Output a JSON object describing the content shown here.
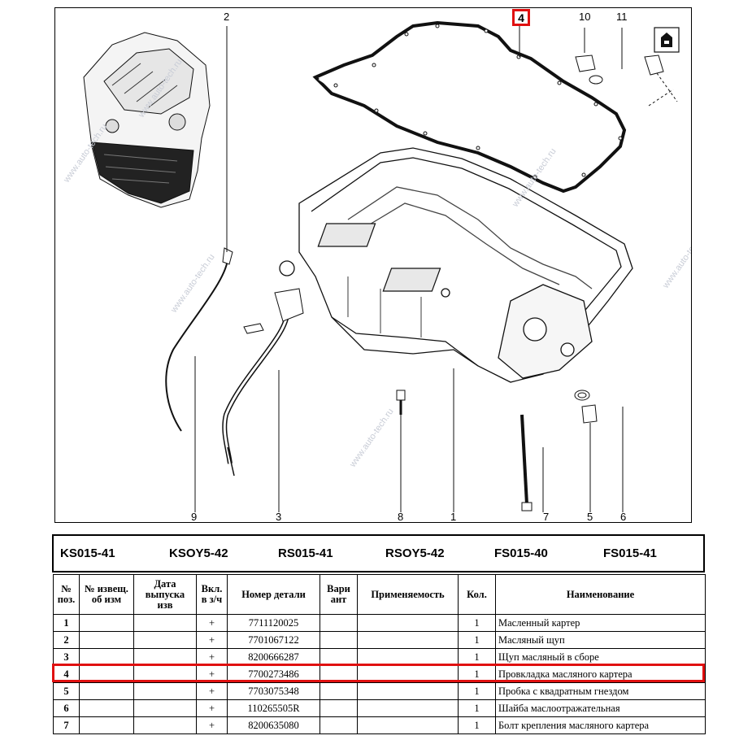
{
  "watermark": "www.auto-tech.ru",
  "callouts": {
    "c1": "1",
    "c2": "2",
    "c3": "3",
    "c4": "4",
    "c5": "5",
    "c6": "6",
    "c7": "7",
    "c8": "8",
    "c9": "9",
    "c10": "10",
    "c11": "11"
  },
  "models": [
    "KS015-41",
    "KSOY5-42",
    "RS015-41",
    "RSOY5-42",
    "FS015-40",
    "FS015-41"
  ],
  "table": {
    "headers": {
      "pos": "№ поз.",
      "notice": "№ извещ. об изм",
      "date": "Дата выпуска изв",
      "incl": "Вкл. в з/ч",
      "part": "Номер детали",
      "variant": "Вари ант",
      "applic": "Применяемость",
      "qty": "Кол.",
      "name": "Наименование"
    },
    "rows": [
      {
        "pos": "1",
        "incl": "+",
        "part": "7711120025",
        "qty": "1",
        "name": "Масленный картер"
      },
      {
        "pos": "2",
        "incl": "+",
        "part": "7701067122",
        "qty": "1",
        "name": "Масляный щуп"
      },
      {
        "pos": "3",
        "incl": "+",
        "part": "8200666287",
        "qty": "1",
        "name": "Щуп масляный в сборе"
      },
      {
        "pos": "4",
        "incl": "+",
        "part": "7700273486",
        "qty": "1",
        "name": "Провкладка масляного картера"
      },
      {
        "pos": "5",
        "incl": "+",
        "part": "7703075348",
        "qty": "1",
        "name": "Пробка с квадратным гнездом"
      },
      {
        "pos": "6",
        "incl": "+",
        "part": "110265505R",
        "qty": "1",
        "name": "Шайба маслоотражательная"
      },
      {
        "pos": "7",
        "incl": "+",
        "part": "8200635080",
        "qty": "1",
        "name": "Болт крепления масляного картера"
      }
    ]
  },
  "highlight": {
    "color": "#e01010",
    "callout": "4",
    "row": "4"
  }
}
